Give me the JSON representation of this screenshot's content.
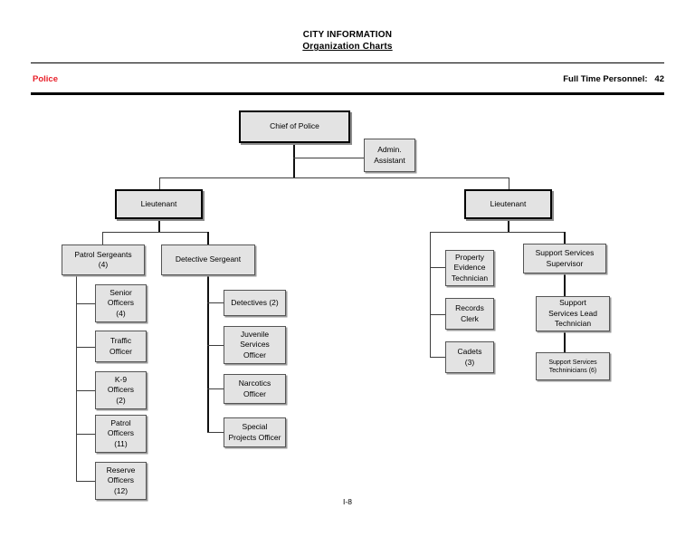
{
  "document": {
    "header_line1": "CITY INFORMATION",
    "header_line2": "Organization Charts",
    "department": "Police",
    "personnel_label": "Full Time Personnel:   42",
    "page_number": "I-8"
  },
  "colors": {
    "department_red": "#e8202a",
    "box_fill": "#e3e3e3",
    "box_border": "#555555",
    "box_border_emphasis": "#000000"
  },
  "org_chart": {
    "chief": "Chief of Police",
    "admin_assistant": "Admin.\nAssistant",
    "lieutenant_left": "Lieutenant",
    "lieutenant_right": "Lieutenant",
    "patrol_sergeants": "Patrol Sergeants\n(4)",
    "detective_sergeant": "Detective Sergeant",
    "patrol_reports": [
      "Senior\nOfficers\n(4)",
      "Traffic\nOfficer",
      "K-9\nOfficers\n(2)",
      "Patrol\nOfficers\n(11)",
      "Reserve\nOfficers\n(12)"
    ],
    "detective_reports": [
      "Detectives   (2)",
      "Juvenile\nServices\nOfficer",
      "Narcotics\nOfficer",
      "Special\nProjects Officer"
    ],
    "records_reports": [
      "Property\nEvidence\nTechnician",
      "Records\nClerk",
      "Cadets\n(3)"
    ],
    "support_services_supervisor": "Support Services\nSupervisor",
    "support_services_lead": "Support\nServices Lead\nTechnician",
    "support_services_techs": "Support Services\nTechninicians (6)"
  }
}
